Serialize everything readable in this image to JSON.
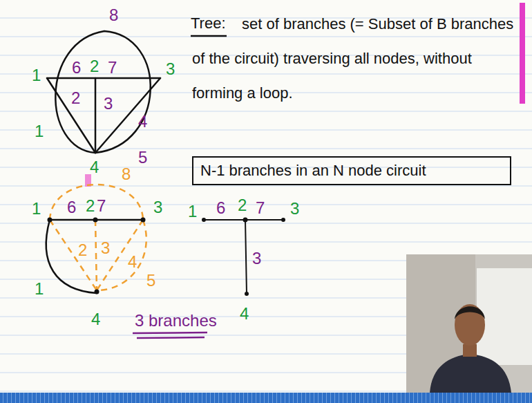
{
  "diagram": {
    "nodes": [
      {
        "text": [
          "N-1 branches in an N node circuit"
        ]
      }
    ],
    "labels": [
      "8",
      "1",
      "6",
      "2",
      "7",
      "3",
      "2",
      "3",
      "4",
      "1",
      "5",
      "4",
      "Tree:",
      "set of branches (= Subset of B branches of the circuit) traversing all nodes, without forming a loop.",
      "1",
      "6",
      "2",
      "7",
      "3",
      "8",
      "2",
      "3",
      "4",
      "5",
      "1",
      "4",
      "3 branches",
      "1",
      "6",
      "2",
      "7",
      "3",
      "3",
      "4"
    ]
  }
}
